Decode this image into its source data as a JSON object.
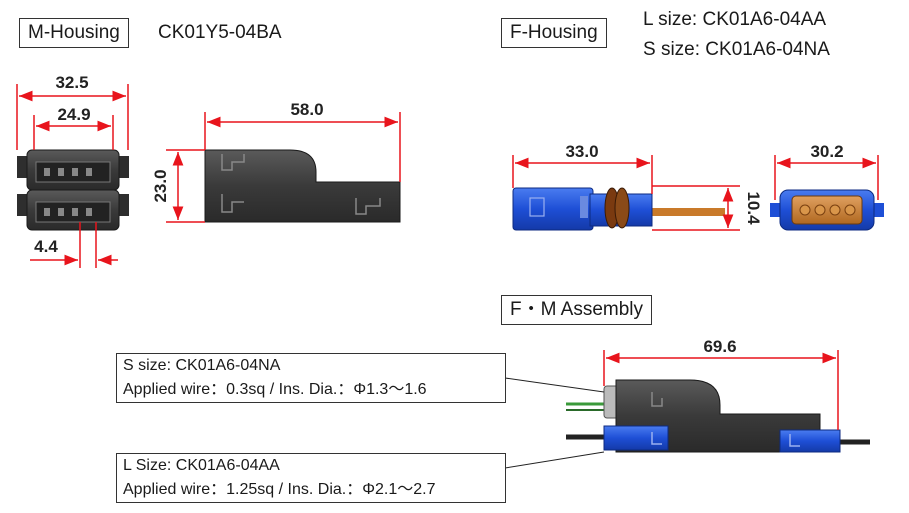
{
  "m_housing": {
    "title": "M-Housing",
    "part_number": "CK01Y5-04BA",
    "dims": {
      "overall_width": "32.5",
      "inner_width": "24.9",
      "length": "58.0",
      "height": "23.0",
      "pitch": "4.4"
    }
  },
  "f_housing": {
    "title": "F-Housing",
    "l_size": "L size: CK01A6-04AA",
    "s_size": "S size: CK01A6-04NA",
    "dims": {
      "length": "33.0",
      "height": "10.4",
      "width": "30.2"
    }
  },
  "assembly": {
    "title": "F・M Assembly",
    "length": "69.6",
    "s_note": {
      "line1": "S size: CK01A6-04NA",
      "line2": "Applied wire：0.3sq / Ins. Dia.：Φ1.3～1.6"
    },
    "l_note": {
      "line1": "L Size: CK01A6-04AA",
      "line2": "Applied wire：1.25sq / Ins. Dia.：Φ2.1～2.7"
    }
  },
  "colors": {
    "dimension": "#e8141c",
    "housing_dark": "#3c3c3c",
    "housing_blue": "#1e4fd6",
    "contact_orange": "#c87a2a",
    "wire_green": "#3a9a3a"
  }
}
